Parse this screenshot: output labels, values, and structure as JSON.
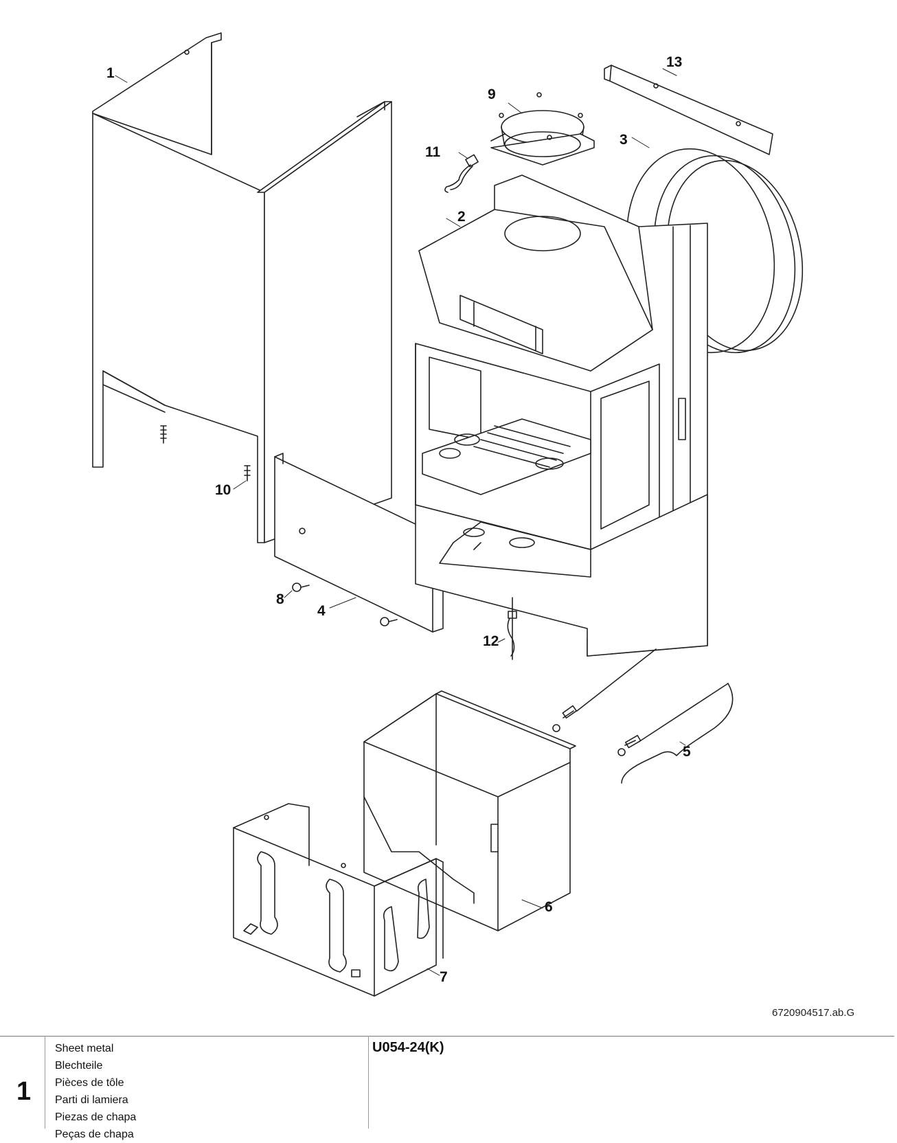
{
  "callouts": [
    {
      "id": "c1",
      "label": "1"
    },
    {
      "id": "c2",
      "label": "2"
    },
    {
      "id": "c3",
      "label": "3"
    },
    {
      "id": "c4",
      "label": "4"
    },
    {
      "id": "c5",
      "label": "5"
    },
    {
      "id": "c6",
      "label": "6"
    },
    {
      "id": "c7",
      "label": "7"
    },
    {
      "id": "c8",
      "label": "8"
    },
    {
      "id": "c9",
      "label": "9"
    },
    {
      "id": "c10",
      "label": "10"
    },
    {
      "id": "c11",
      "label": "11"
    },
    {
      "id": "c12",
      "label": "12"
    },
    {
      "id": "c13",
      "label": "13"
    }
  ],
  "drawing_reference": "6720904517.ab.G",
  "footer": {
    "section_number": "1",
    "titles": [
      "Sheet metal",
      "Blechteile",
      "Pièces de tôle",
      "Parti di lamiera",
      "Piezas de chapa",
      "Peças de chapa"
    ],
    "model_code": "U054-24(K)"
  }
}
